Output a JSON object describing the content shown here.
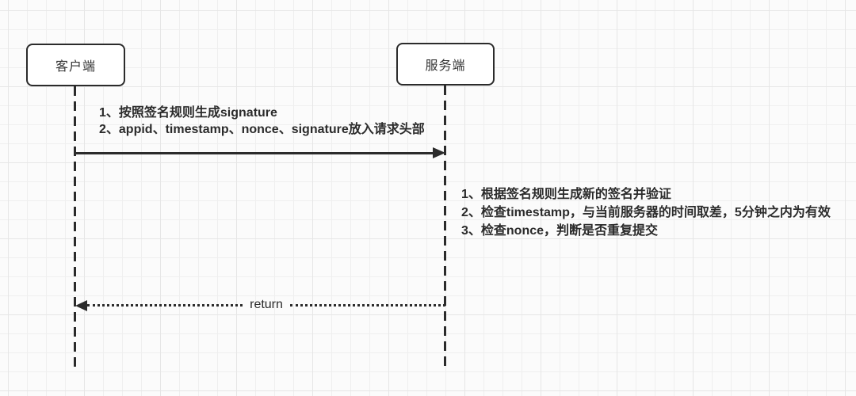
{
  "diagram": {
    "type": "sequence",
    "actors": [
      {
        "id": "client",
        "label": "客户端"
      },
      {
        "id": "server",
        "label": "服务端"
      }
    ],
    "request_note": {
      "lines": [
        "1、按照签名规则生成signature",
        "2、appid、timestamp、nonce、signature放入请求头部"
      ]
    },
    "server_note": {
      "lines": [
        "1、根据签名规则生成新的签名并验证",
        "2、检查timestamp，与当前服务器的时间取差，5分钟之内为有效",
        "3、检查nonce，判断是否重复提交"
      ]
    },
    "return_message": {
      "label": "return"
    },
    "colors": {
      "line": "#2b2b2b",
      "background": "#fbfbfb",
      "grid_minor": "#efefef",
      "grid_major": "#e6e6e6",
      "box_background": "#ffffff"
    }
  }
}
